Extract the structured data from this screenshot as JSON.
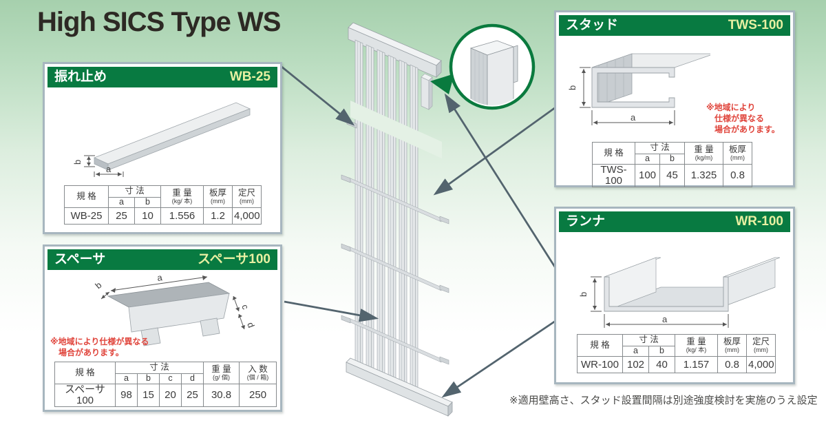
{
  "title": "High SICS Type WS",
  "footer_note": "※適用壁高さ、スタッド設置間隔は別途強度検討を実施のうえ設定",
  "dim_labels": {
    "a": "a",
    "b": "b",
    "c": "c",
    "d": "d"
  },
  "labels": {
    "kikaku": "規 格",
    "sunpo": "寸 法",
    "weight": "重 量",
    "thickness": "板厚",
    "length": "定尺",
    "quantity": "入 数",
    "unit_kg_per_piece": "(kg/ 本)",
    "unit_kg_per_m": "(kg/m)",
    "unit_mm": "(mm)",
    "unit_g_per_piece": "(g/ 個)",
    "unit_per_box": "(個 / 箱)"
  },
  "panels": {
    "furedome": {
      "name": "振れ止め",
      "model": "WB-25",
      "row": {
        "kikaku": "WB-25",
        "a": "25",
        "b": "10",
        "weight": "1.556",
        "thickness": "1.2",
        "length": "4,000"
      }
    },
    "spacer": {
      "name": "スペーサ",
      "model": "スペーサ100",
      "note_lines": [
        "※地域により仕様が異なる",
        "場合があります。"
      ],
      "row": {
        "kikaku": "スペーサ100",
        "a": "98",
        "b": "15",
        "c": "20",
        "d": "25",
        "weight": "30.8",
        "quantity": "250"
      }
    },
    "stud": {
      "name": "スタッド",
      "model": "TWS-100",
      "note_lines": [
        "※地域により",
        "仕様が異なる",
        "場合があります。"
      ],
      "row": {
        "kikaku": "TWS-100",
        "a": "100",
        "b": "45",
        "weight": "1.325",
        "thickness": "0.8"
      }
    },
    "runner": {
      "name": "ランナ",
      "model": "WR-100",
      "row": {
        "kikaku": "WR-100",
        "a": "102",
        "b": "40",
        "weight": "1.157",
        "thickness": "0.8",
        "length": "4,000"
      }
    }
  },
  "colors": {
    "header_green": "#087a41",
    "model_text": "#e8f0a2",
    "note_red": "#e0453c",
    "arrow": "#53646e",
    "callout_green": "#0a7a3e",
    "background_top": "#a6d0ad"
  }
}
